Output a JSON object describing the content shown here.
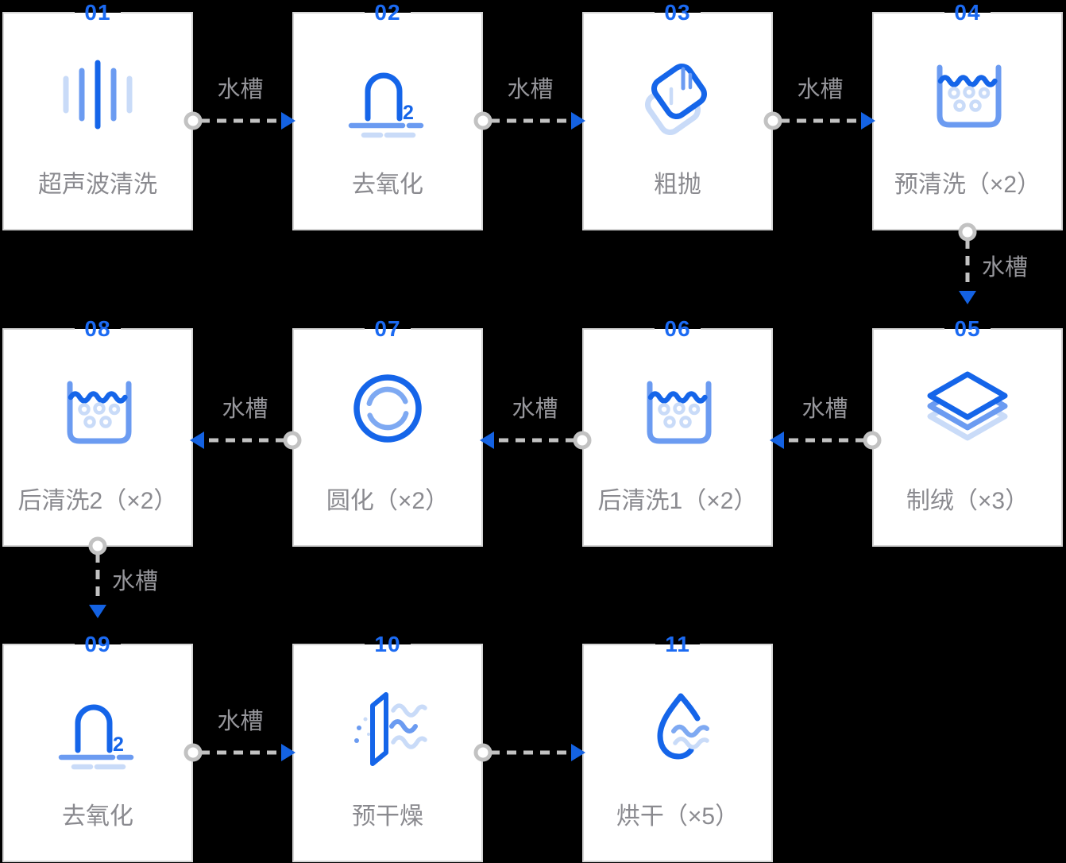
{
  "diagram_title": "wafer-cleaning-process-flow",
  "colors": {
    "background": "#000000",
    "card_bg": "#ffffff",
    "card_border": "#d4d4d4",
    "step_number_blue": "#1b6af2",
    "label_gray": "#8a8a8f",
    "connector_gray": "#c2c2c2",
    "arrowhead_blue": "#1462e2",
    "icon_dark_blue": "#1565e9",
    "icon_mid_blue": "#6b9bf1",
    "icon_light_blue": "#c9dbf8"
  },
  "icons": {
    "deoxidize_sub": "2"
  },
  "steps": [
    {
      "number": "01",
      "label": "超声波清洗",
      "icon": "ultrasonic-wave"
    },
    {
      "number": "02",
      "label": "去氧化",
      "icon": "deoxidize-arch"
    },
    {
      "number": "03",
      "label": "粗抛",
      "icon": "rough-polish-wafer"
    },
    {
      "number": "04",
      "label": "预清洗（×2）",
      "icon": "cleaning-tank"
    },
    {
      "number": "05",
      "label": "制绒（×3）",
      "icon": "texturing-wafer-stack"
    },
    {
      "number": "06",
      "label": "后清洗1（×2）",
      "icon": "cleaning-tank"
    },
    {
      "number": "07",
      "label": "圆化（×2）",
      "icon": "rounding-circle"
    },
    {
      "number": "08",
      "label": "后清洗2（×2）",
      "icon": "cleaning-tank"
    },
    {
      "number": "09",
      "label": "去氧化",
      "icon": "deoxidize-arch"
    },
    {
      "number": "10",
      "label": "预干燥",
      "icon": "pre-dry-panel"
    },
    {
      "number": "11",
      "label": "烘干（×5）",
      "icon": "dry-droplet"
    }
  ],
  "connectors": [
    {
      "from": "01",
      "to": "02",
      "direction": "right",
      "label": "水槽"
    },
    {
      "from": "02",
      "to": "03",
      "direction": "right",
      "label": "水槽"
    },
    {
      "from": "03",
      "to": "04",
      "direction": "right",
      "label": "水槽"
    },
    {
      "from": "04",
      "to": "05",
      "direction": "down",
      "label": "水槽"
    },
    {
      "from": "05",
      "to": "06",
      "direction": "left",
      "label": "水槽"
    },
    {
      "from": "06",
      "to": "07",
      "direction": "left",
      "label": "水槽"
    },
    {
      "from": "07",
      "to": "08",
      "direction": "left",
      "label": "水槽"
    },
    {
      "from": "08",
      "to": "09",
      "direction": "down",
      "label": "水槽"
    },
    {
      "from": "09",
      "to": "10",
      "direction": "right",
      "label": "水槽"
    },
    {
      "from": "10",
      "to": "11",
      "direction": "right",
      "label": ""
    }
  ]
}
